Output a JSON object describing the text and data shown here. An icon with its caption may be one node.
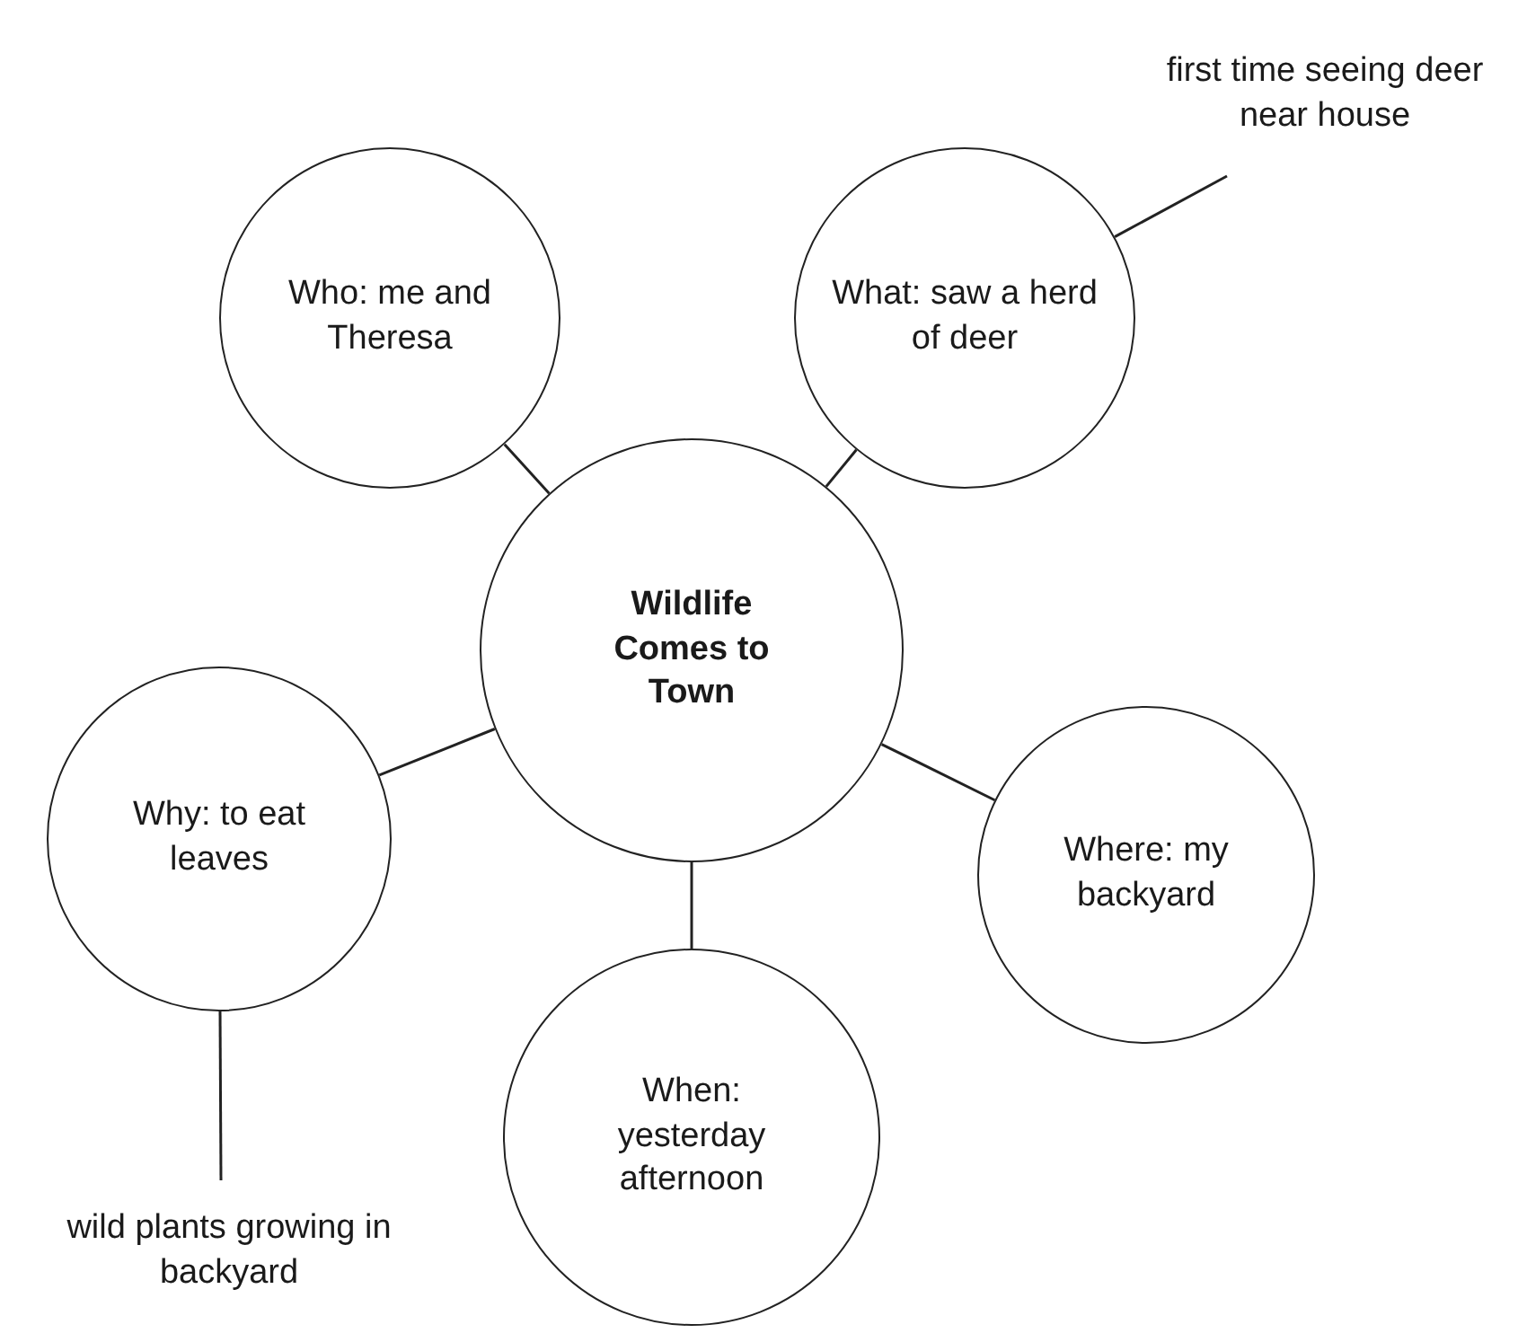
{
  "diagram": {
    "nodes": [
      {
        "text": [
          "Wildlife Comes to Town"
        ]
      },
      {
        "text": [
          "Who: me and Theresa"
        ]
      },
      {
        "text": [
          "What: saw a herd of deer"
        ]
      },
      {
        "text": [
          "Where: my backyard"
        ]
      },
      {
        "text": [
          "When: yesterday afternoon"
        ]
      },
      {
        "text": [
          "Why: to eat leaves"
        ]
      },
      {
        "text": [
          "first time seeing deer near house"
        ]
      },
      {
        "text": [
          "wild plants growing in backyard"
        ]
      }
    ],
    "edges": [
      {
        "from": 0,
        "to": 1,
        "arrow": "none"
      },
      {
        "from": 0,
        "to": 2,
        "arrow": "none"
      },
      {
        "from": 0,
        "to": 3,
        "arrow": "none"
      },
      {
        "from": 0,
        "to": 4,
        "arrow": "none"
      },
      {
        "from": 0,
        "to": 5,
        "arrow": "none"
      },
      {
        "from": 2,
        "to": 6,
        "arrow": "none"
      },
      {
        "from": 5,
        "to": 7,
        "arrow": "none"
      }
    ]
  }
}
